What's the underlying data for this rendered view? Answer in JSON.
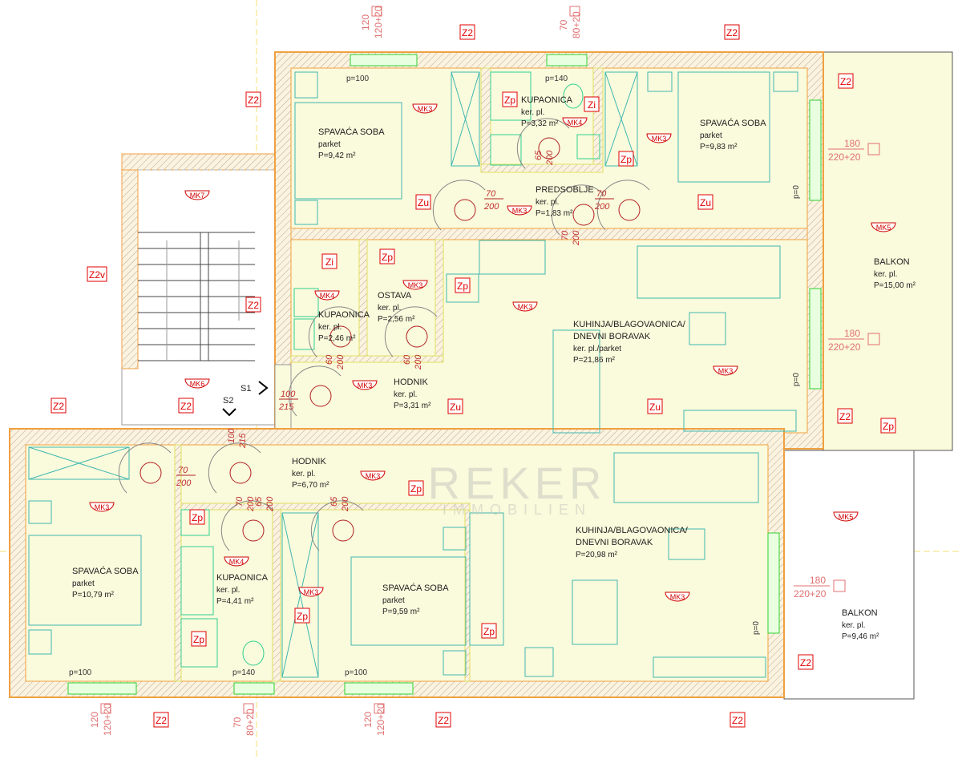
{
  "colors": {
    "floor": "#fafadc",
    "wall": "#f0a040",
    "tag": "#e00000",
    "fixture": "#40c8b8",
    "window": "#30d030"
  },
  "rooms": [
    {
      "name": "SPAVAĆA SOBA",
      "floor": "parket",
      "area": "P=9,42 m²"
    },
    {
      "name": "KUPAONICA",
      "floor": "ker. pl.",
      "area": "P=3,32 m²"
    },
    {
      "name": "SPAVAĆA SOBA",
      "floor": "parket",
      "area": "P=9,83 m²"
    },
    {
      "name": "PREDSOBLJE",
      "floor": "ker. pl.",
      "area": "P=1,83 m²"
    },
    {
      "name": "KUPAONICA",
      "floor": "ker. pl.",
      "area": "P=2,46 m²"
    },
    {
      "name": "OSTAVA",
      "floor": "ker. pl.",
      "area": "P=2,56 m²"
    },
    {
      "name": "HODNIK",
      "floor": "ker. pl.",
      "area": "P=3,31 m²"
    },
    {
      "name": "KUHINJA/BLAGOVAONICA/",
      "name2": "DNEVNI BORAVAK",
      "floor": "ker. pl./parket",
      "area": "P=21,86 m²"
    },
    {
      "name": "BALKON",
      "floor": "ker. pl.",
      "area": "P=15,00 m²"
    },
    {
      "name": "HODNIK",
      "floor": "ker. pl.",
      "area": "P=6,70 m²"
    },
    {
      "name": "SPAVAĆA SOBA",
      "floor": "parket",
      "area": "P=10,79 m²"
    },
    {
      "name": "KUPAONICA",
      "floor": "ker. pl.",
      "area": "P=4,41 m²"
    },
    {
      "name": "SPAVAĆA SOBA",
      "floor": "parket",
      "area": "P=9,59 m²"
    },
    {
      "name": "KUHINJA/BLAGOVAONICA/",
      "name2": "DNEVNI BORAVAK",
      "area": "P=20,98 m²"
    },
    {
      "name": "BALKON",
      "floor": "ker. pl.",
      "area": "P=9,46 m²"
    }
  ],
  "tags": [
    "Z2",
    "Z2",
    "Z2",
    "Z2",
    "Z2v",
    "Z2",
    "Z2",
    "Z2",
    "Z2",
    "Z2",
    "Z2",
    "Z2",
    "Z2",
    "Zp",
    "Zp",
    "Zp",
    "Zp",
    "Zp",
    "Zp",
    "Zp",
    "Zp",
    "Zp",
    "Zp",
    "Zi",
    "Zi",
    "Zu",
    "Zu",
    "Zu",
    "Zu"
  ],
  "markers": [
    "MK3",
    "MK3",
    "MK3",
    "MK3",
    "MK3",
    "MK3",
    "MK3",
    "MK3",
    "MK3",
    "MK3",
    "MK3",
    "MK4",
    "MK4",
    "MK4",
    "MK7",
    "MK6",
    "MK5",
    "MK5"
  ],
  "windows": [
    {
      "w": "120",
      "h": "120+20"
    },
    {
      "w": "70",
      "h": "80+20"
    },
    {
      "w": "180",
      "h": "220+20"
    },
    {
      "w": "180",
      "h": "220+20"
    },
    {
      "w": "180",
      "h": "220+20"
    },
    {
      "w": "120",
      "h": "120+20"
    },
    {
      "w": "70",
      "h": "80+20"
    },
    {
      "w": "120",
      "h": "120+20"
    }
  ],
  "sills": [
    "p=100",
    "p=140",
    "p=100",
    "p=140",
    "p=100",
    "p=0",
    "p=0",
    "p=0"
  ],
  "doors": [
    {
      "w": "70",
      "h": "200"
    },
    {
      "w": "70",
      "h": "200"
    },
    {
      "w": "65",
      "h": "200"
    },
    {
      "w": "70",
      "h": "200"
    },
    {
      "w": "60",
      "h": "200"
    },
    {
      "w": "60",
      "h": "200"
    },
    {
      "w": "100",
      "h": "215"
    },
    {
      "w": "100",
      "h": "215"
    },
    {
      "w": "70",
      "h": "200"
    },
    {
      "w": "65",
      "h": "200"
    },
    {
      "w": "70",
      "h": "200"
    },
    {
      "w": "65",
      "h": "200"
    }
  ],
  "sections": [
    "S1",
    "S2"
  ],
  "watermark": {
    "line1": "REKER",
    "line2": "IMMOBILIEN"
  }
}
